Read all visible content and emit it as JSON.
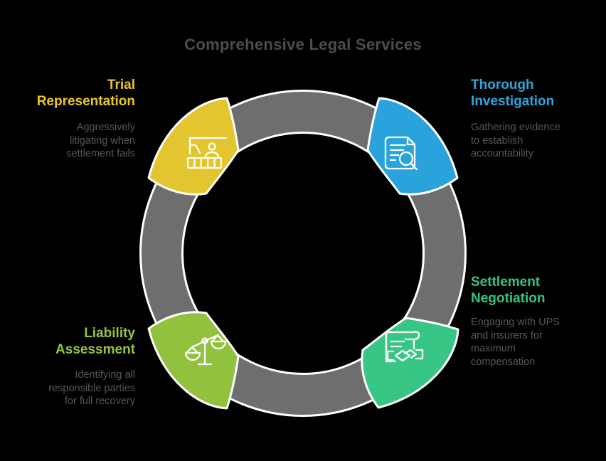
{
  "background_color": "#000000",
  "title": {
    "text": "Comprehensive Legal Services",
    "color": "#4c4d4f"
  },
  "ring": {
    "color": "#6e6e6e",
    "outline_color": "#ffffff"
  },
  "icon_stroke_color": "#ffffff",
  "text_color": "#56575b",
  "nodes": [
    {
      "position": "top-left",
      "icon": "courtroom-podium-icon",
      "color": "#e2c52f",
      "label_color": "#e9c825",
      "label_lines": [
        "Trial",
        "Representation"
      ],
      "desc_lines": [
        "Aggressively",
        "litigating when",
        "settlement fails"
      ]
    },
    {
      "position": "top-right",
      "icon": "document-search-icon",
      "color": "#2aa3dc",
      "label_color": "#2ea6de",
      "label_lines": [
        "Thorough",
        "Investigation"
      ],
      "desc_lines": [
        "Gathering evidence",
        "to establish",
        "accountability"
      ]
    },
    {
      "position": "bottom-right",
      "icon": "contract-handshake-icon",
      "color": "#38c687",
      "label_color": "#32c483",
      "label_lines": [
        "Settlement",
        "Negotiation"
      ],
      "desc_lines": [
        "Engaging with UPS",
        "and insurers for",
        "maximum",
        "compensation"
      ]
    },
    {
      "position": "bottom-left",
      "icon": "scales-icon",
      "color": "#92c13e",
      "label_color": "#95c43d",
      "label_lines": [
        "Liability",
        "Assessment"
      ],
      "desc_lines": [
        "Identifying all",
        "responsible parties",
        "for full recovery"
      ]
    }
  ]
}
